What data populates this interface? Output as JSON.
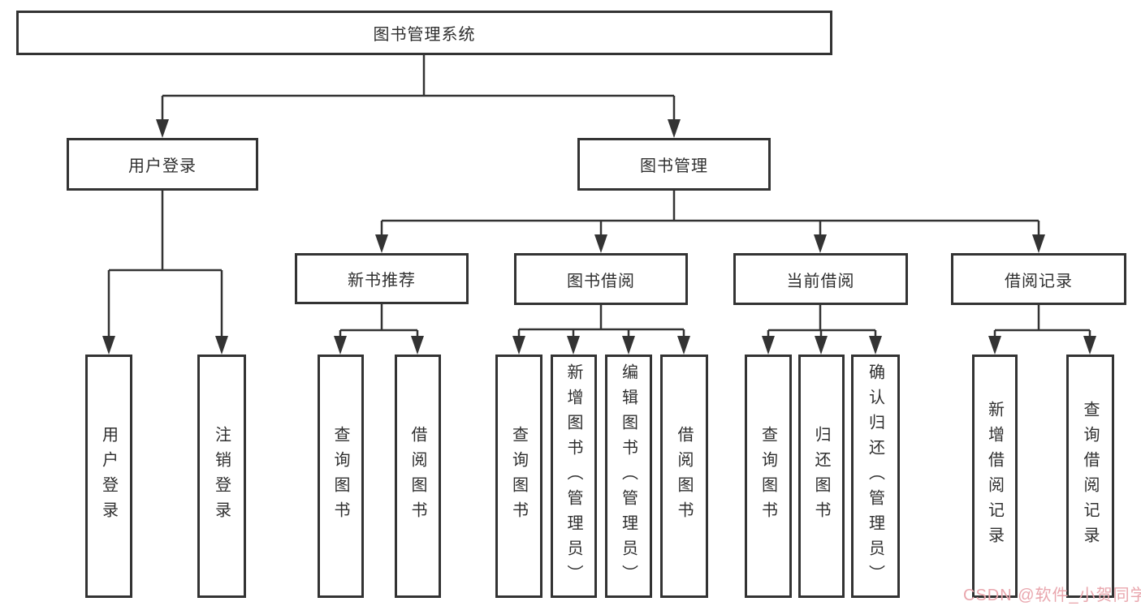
{
  "title": "图书管理系统",
  "tree": {
    "label": "图书管理系统",
    "children": [
      {
        "label": "用户登录",
        "children": [
          {
            "label": "用户登录"
          },
          {
            "label": "注销登录"
          }
        ]
      },
      {
        "label": "图书管理",
        "children": [
          {
            "label": "新书推荐",
            "children": [
              {
                "label": "查询图书"
              },
              {
                "label": "借阅图书"
              }
            ]
          },
          {
            "label": "图书借阅",
            "children": [
              {
                "label": "查询图书"
              },
              {
                "label": "新增图书（管理员）"
              },
              {
                "label": "编辑图书（管理员）"
              },
              {
                "label": "借阅图书"
              }
            ]
          },
          {
            "label": "当前借阅",
            "children": [
              {
                "label": "查询图书"
              },
              {
                "label": "归还图书"
              },
              {
                "label": "确认归还（管理员）"
              }
            ]
          },
          {
            "label": "借阅记录",
            "children": [
              {
                "label": "新增借阅记录"
              },
              {
                "label": "查询借阅记录"
              }
            ]
          }
        ]
      }
    ]
  },
  "watermark": {
    "text": "CSDN @软件_小贺同学",
    "color": "#e9a6ad"
  },
  "colors": {
    "line": "#333333",
    "box_border": "#333333",
    "text": "#2f2f2f",
    "background": "#ffffff"
  }
}
